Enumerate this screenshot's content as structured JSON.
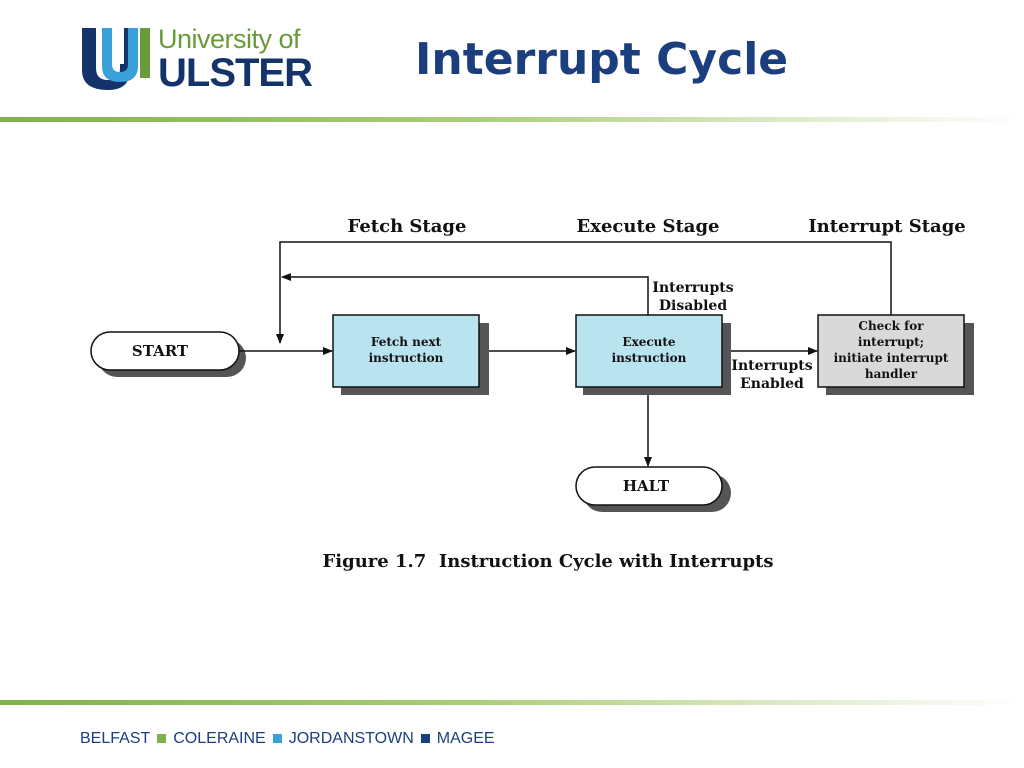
{
  "header": {
    "logo_text_top": "University of",
    "logo_text_bottom": "ULSTER",
    "title": "Interrupt Cycle"
  },
  "diagram": {
    "stages": {
      "fetch": "Fetch Stage",
      "execute": "Execute Stage",
      "interrupt": "Interrupt Stage"
    },
    "start_label": "START",
    "halt_label": "HALT",
    "fetch_box": [
      "Fetch next",
      "instruction"
    ],
    "execute_box": [
      "Execute",
      "instruction"
    ],
    "interrupt_box": [
      "Check for",
      "interrupt;",
      "initiate interrupt",
      "handler"
    ],
    "interrupts_disabled": [
      "Interrupts",
      "Disabled"
    ],
    "interrupts_enabled": [
      "Interrupts",
      "Enabled"
    ],
    "caption": "Figure 1.7  Instruction Cycle with Interrupts"
  },
  "footer": {
    "campuses": [
      "BELFAST",
      "COLERAINE",
      "JORDANSTOWN",
      "MAGEE"
    ],
    "square_colors": [
      "#7fb24a",
      "#3aa0d8",
      "#1b3f7e"
    ]
  },
  "colors": {
    "title": "#1b3f7e",
    "box_blue": "#b9e3ee",
    "box_gray": "#d9d9d9",
    "rule_green": "#7fb24a"
  }
}
